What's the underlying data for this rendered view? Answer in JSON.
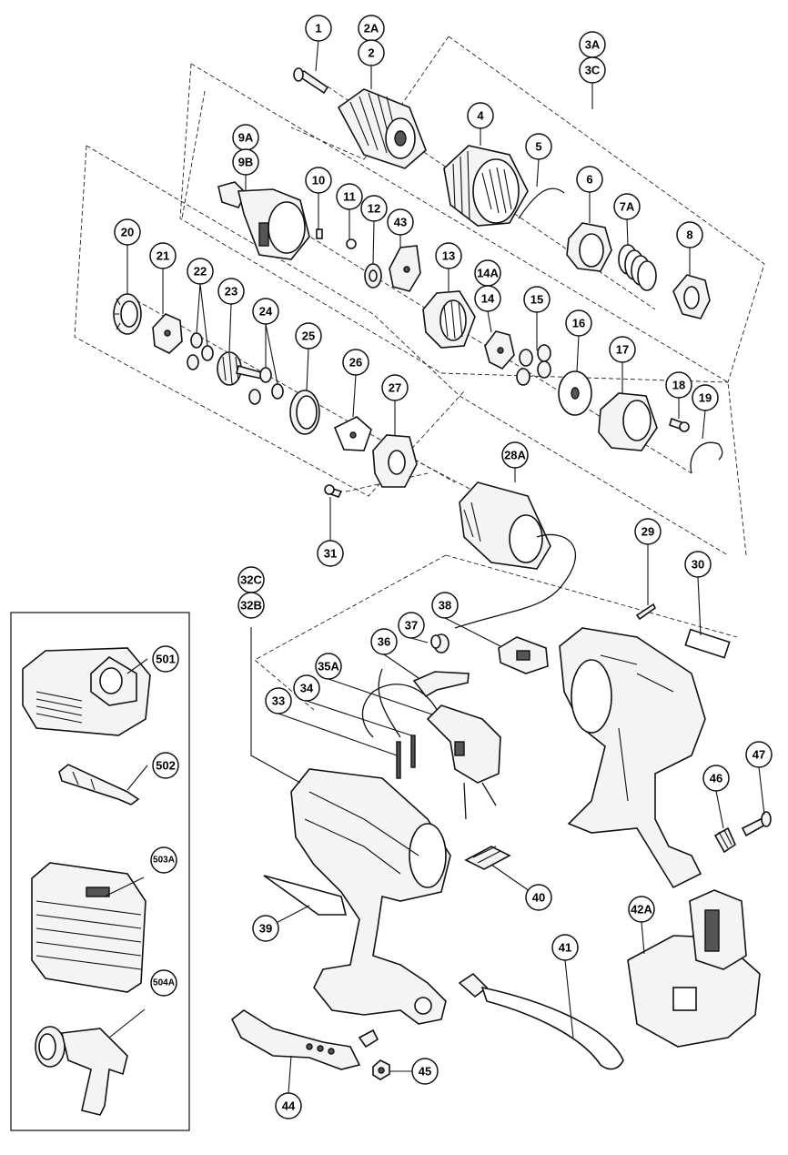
{
  "labels": [
    "1",
    "2A",
    "2",
    "3A",
    "3C",
    "4",
    "5",
    "6",
    "7A",
    "8",
    "9A",
    "9B",
    "10",
    "11",
    "12",
    "43",
    "13",
    "14A",
    "14",
    "15",
    "16",
    "17",
    "18",
    "19",
    "20",
    "21",
    "22",
    "23",
    "24",
    "25",
    "26",
    "27",
    "28A",
    "29",
    "30",
    "31",
    "32C",
    "32B",
    "37",
    "38",
    "36",
    "35A",
    "34",
    "33",
    "46",
    "47",
    "40",
    "39",
    "42A",
    "41",
    "45",
    "44",
    "501",
    "502",
    "503A",
    "504A"
  ]
}
